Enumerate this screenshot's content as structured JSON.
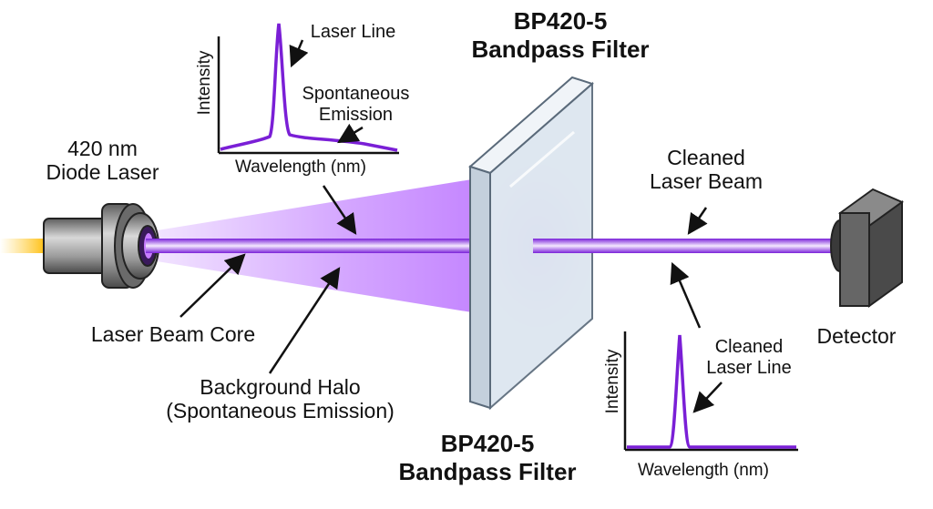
{
  "laser": {
    "line1": "420 nm",
    "line2": "Diode Laser"
  },
  "filter_top": {
    "line1": "BP420-5",
    "line2": "Bandpass Filter"
  },
  "filter_bottom": {
    "line1": "BP420-5",
    "line2": "Bandpass Filter"
  },
  "cleaned_beam": {
    "line1": "Cleaned",
    "line2": "Laser Beam"
  },
  "detector": {
    "label": "Detector"
  },
  "beam_core": {
    "label": "Laser Beam Core"
  },
  "halo": {
    "line1": "Background Halo",
    "line2": "(Spontaneous Emission)"
  },
  "inset_before": {
    "ylabel": "Intensity",
    "xlabel": "Wavelength (nm)",
    "peak_label": "Laser Line",
    "tail_line1": "Spontaneous",
    "tail_line2": "Emission"
  },
  "inset_after": {
    "ylabel": "Intensity",
    "xlabel": "Wavelength (nm)",
    "peak_line1": "Cleaned",
    "peak_line2": "Laser Line"
  },
  "colors": {
    "beam": "#8a2be2",
    "beam_core": "#f3e6ff",
    "halo": "#b05cff",
    "glass": "#dde6f0",
    "glass_edge": "#5a6a7a",
    "laser_body": "#8f8f8f",
    "detector": "#555555",
    "spectrum": "#7a1fd6"
  }
}
